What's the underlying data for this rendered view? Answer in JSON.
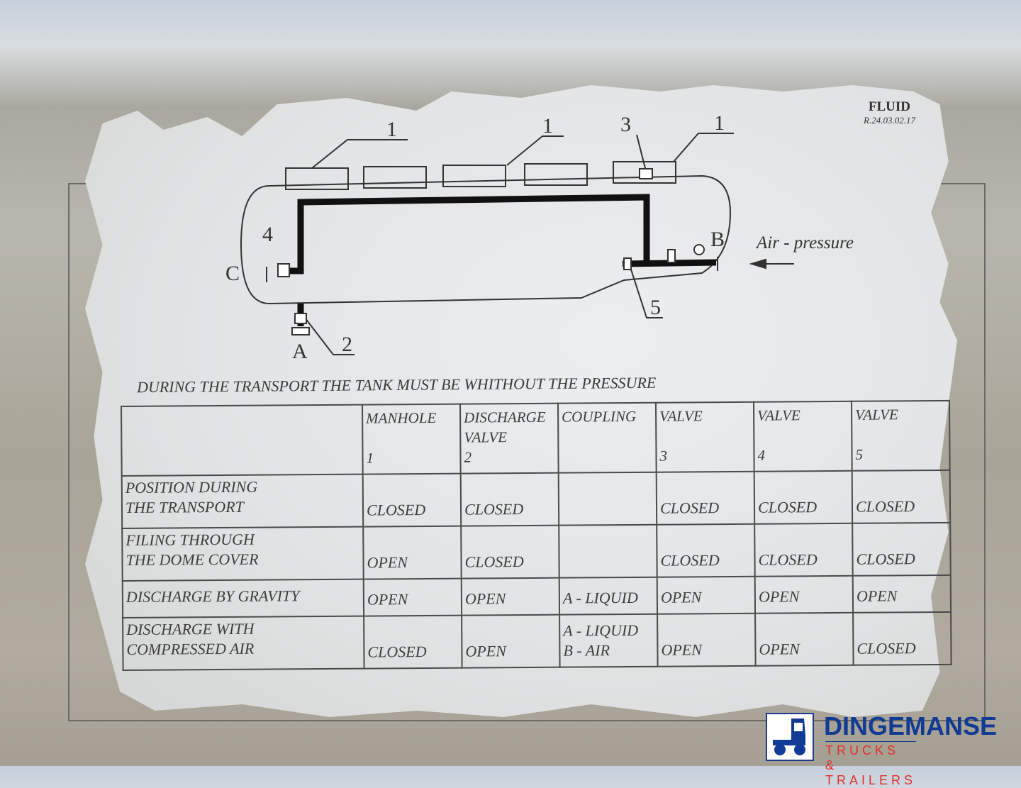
{
  "label": {
    "maker": "FLUID",
    "revision": "R.24.03.02.17",
    "diagram": {
      "callouts": [
        "1",
        "1",
        "3",
        "1",
        "4",
        "C",
        "B",
        "5",
        "A",
        "2"
      ],
      "air_pressure": "Air - pressure"
    },
    "warning": "DURING THE TRANSPORT THE TANK MUST BE WHITHOUT THE PRESSURE",
    "table": {
      "headers": [
        "",
        "MANHOLE\n\n1",
        "DISCHARGE\nVALVE\n 2",
        "COUPLING",
        "VALVE\n\n 3",
        "VALVE\n\n 4",
        "VALVE\n\n 5"
      ],
      "rows": [
        [
          "POSITION DURING\nTHE TRANSPORT",
          "CLOSED",
          "CLOSED",
          "",
          "CLOSED",
          "CLOSED",
          "CLOSED"
        ],
        [
          "FILING THROUGH\nTHE DOME COVER",
          "OPEN",
          "CLOSED",
          "",
          "CLOSED",
          "CLOSED",
          "CLOSED"
        ],
        [
          "DISCHARGE BY GRAVITY",
          "OPEN",
          "OPEN",
          "A - LIQUID",
          "OPEN",
          "OPEN",
          "OPEN"
        ],
        [
          "DISCHARGE WITH\nCOMPRESSED AIR",
          "CLOSED",
          "OPEN",
          "A - LIQUID\nB - AIR",
          "OPEN",
          "OPEN",
          "CLOSED"
        ]
      ]
    }
  },
  "logo": {
    "name": "DINGEMANSE",
    "tagline": "TRUCKS & TRAILERS",
    "colors": {
      "blue": "#123b95",
      "red": "#e0302c"
    }
  }
}
